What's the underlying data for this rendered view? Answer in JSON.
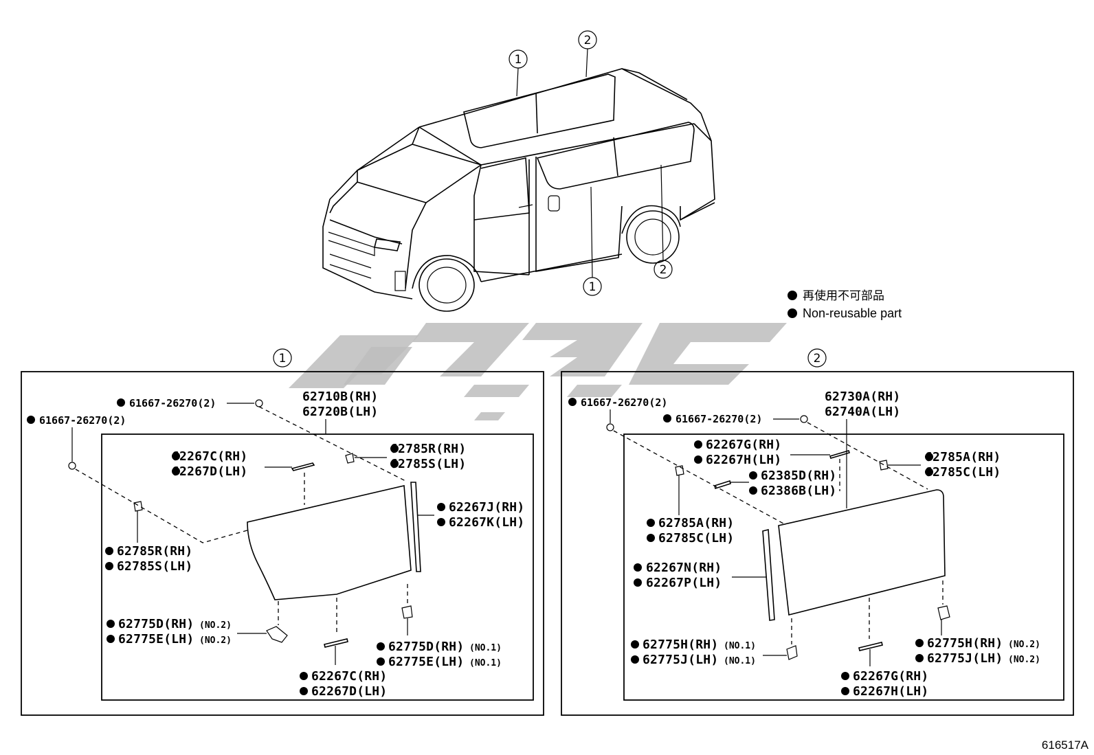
{
  "title_image_ref": "616517A",
  "callouts": {
    "c1": "1",
    "c2": "2"
  },
  "legend": {
    "jp": "再使用不可部品",
    "en": "Non-reusable part"
  },
  "watermark_icon": "brand-logo-watermark",
  "panel1": {
    "label": "1",
    "assembly": [
      "62710B(RH)",
      "62720B(LH)"
    ],
    "clip_top": "61667-26270(2)",
    "clip_left": "61667-26270(2)",
    "parts": {
      "moulding_top": [
        "62267C(RH)",
        "62267D(LH)"
      ],
      "spacer_top_right": [
        "62785R(RH)",
        "62785S(LH)"
      ],
      "weatherstrip_right": [
        "62267J(RH)",
        "62267K(LH)"
      ],
      "spacer_left": [
        "62785R(RH)",
        "62785S(LH)"
      ],
      "stopper_left": [
        "62775D(RH)",
        "62775E(LH)"
      ],
      "stopper_left_note": [
        "(NO.2)",
        "(NO.2)"
      ],
      "stopper_right": [
        "62775D(RH)",
        "62775E(LH)"
      ],
      "stopper_right_note": [
        "(NO.1)",
        "(NO.1)"
      ],
      "moulding_bottom": [
        "62267C(RH)",
        "62267D(LH)"
      ]
    }
  },
  "panel2": {
    "label": "2",
    "assembly": [
      "62730A(RH)",
      "62740A(LH)"
    ],
    "clip_top": "61667-26270(2)",
    "clip_mid": "61667-26270(2)",
    "parts": {
      "moulding_top": [
        "62267G(RH)",
        "62267H(LH)"
      ],
      "bracket": [
        "62385D(RH)",
        "62386B(LH)"
      ],
      "spacer_right": [
        "62785A(RH)",
        "62785C(LH)"
      ],
      "spacer_left": [
        "62785A(RH)",
        "62785C(LH)"
      ],
      "weatherstrip_left": [
        "62267N(RH)",
        "62267P(LH)"
      ],
      "stopper_left": [
        "62775H(RH)",
        "62775J(LH)"
      ],
      "stopper_left_note": [
        "(NO.1)",
        "(NO.1)"
      ],
      "stopper_right": [
        "62775H(RH)",
        "62775J(LH)"
      ],
      "stopper_right_note": [
        "(NO.2)",
        "(NO.2)"
      ],
      "moulding_bottom": [
        "62267G(RH)",
        "62267H(LH)"
      ]
    }
  }
}
